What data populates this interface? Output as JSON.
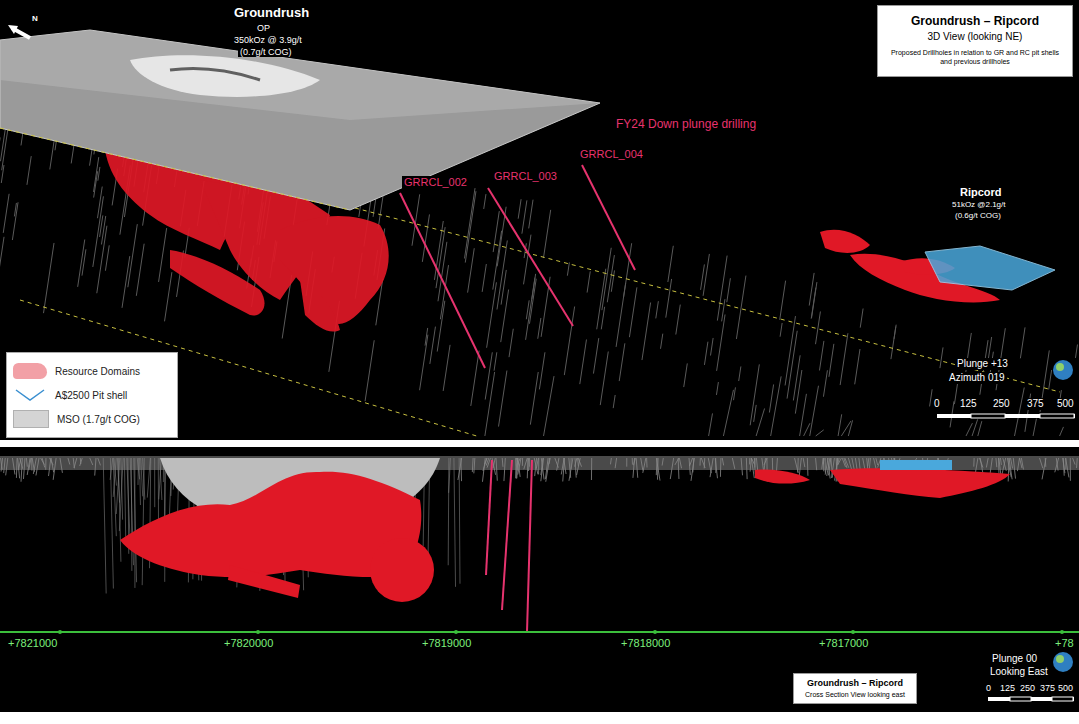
{
  "diagram": {
    "nodes": [
      {
        "text": [
          "Groundrush – Ripcord",
          "3D View (looking NE)",
          "Proposed Drillholes in relation to GR and RC pit shells and previous drillholes"
        ]
      },
      {
        "text": [
          "Groundrush – Ripcord",
          "Cross Section View looking east"
        ]
      }
    ],
    "labels": [
      "Groundrush",
      "OP",
      "350kOz @ 3.9g/t",
      "(0.7g/t COG)",
      "N",
      "FY24 Down plunge drilling",
      "GRRCL_002",
      "GRRCL_003",
      "GRRCL_004",
      "Ripcord",
      "51kOz @2.1g/t",
      "(0.6g/t COG)",
      "Plunge +13",
      "Azimuth 019",
      "0",
      "125",
      "250",
      "375",
      "500",
      "+7821000",
      "+7820000",
      "+7819000",
      "+7818000",
      "+7817000",
      "+78",
      "Plunge 00",
      "Looking East",
      "0",
      "125",
      "250",
      "375",
      "500"
    ],
    "legend": [
      {
        "text": "Resource Domains",
        "color": "#f2a0a6"
      },
      {
        "text": "A$2500 Pit shell"
      },
      {
        "text": "MSO (1.7g/t COG)",
        "color": "#d4d4d4"
      }
    ]
  }
}
